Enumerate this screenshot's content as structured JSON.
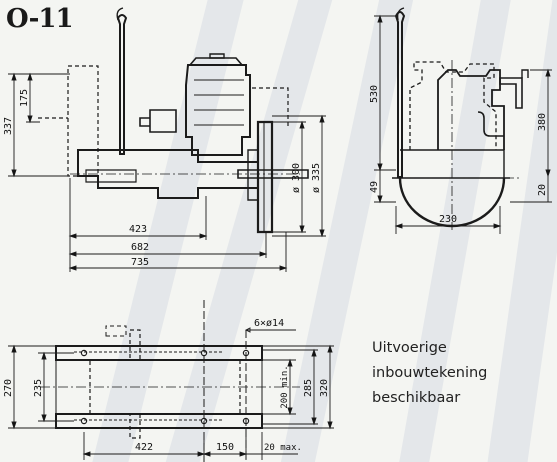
{
  "model": "O-11",
  "note_lines": [
    "Uitvoerige",
    "inbouwtekening",
    "beschikbaar"
  ],
  "dimensions": {
    "d337": "337",
    "d175": "175",
    "d300": "ø 300",
    "d335": "ø 335",
    "d423": "423",
    "d682": "682",
    "d735": "735",
    "d530": "530",
    "d49": "49",
    "d230": "230",
    "d380": "380",
    "d20": "20",
    "holes": "6×ø14",
    "d270": "270",
    "d235": "235",
    "d200": "200 min.",
    "d285": "285",
    "d320": "320",
    "d422": "422",
    "d150": "150",
    "d20max": "20 max."
  },
  "colors": {
    "line": "#1b1b1b",
    "background": "#f4f5f2",
    "watermark": "#e4e7ea"
  }
}
